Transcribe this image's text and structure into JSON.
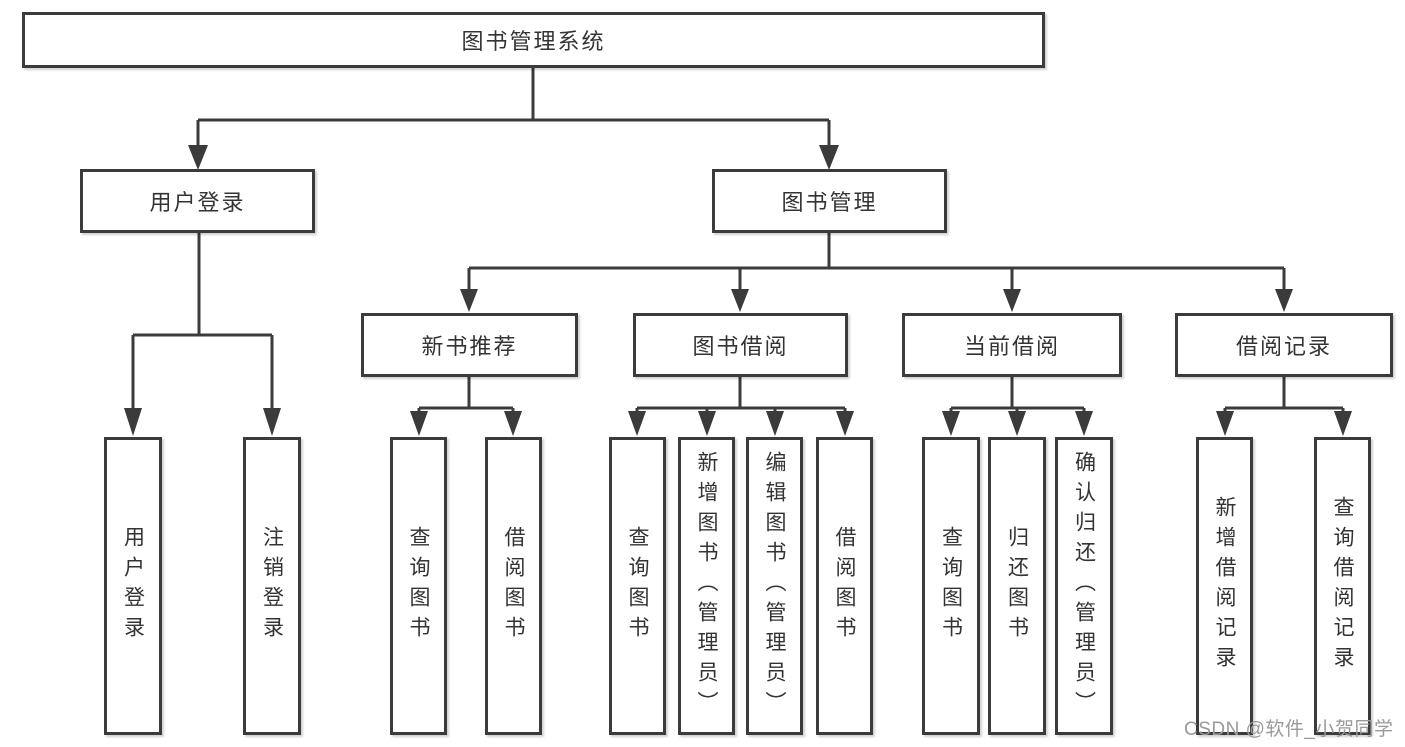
{
  "diagram_type": "function-structure-tree",
  "colors": {
    "background": "#ffffff",
    "box_fill": "#ffffff",
    "box_border": "#3b3b3b",
    "line": "#3b3b3b",
    "text": "#333333",
    "watermark": "#9a9a9a"
  },
  "watermark": "CSDN @软件_小贺同学",
  "tree": {
    "root": {
      "label": "图书管理系统"
    },
    "branches": [
      {
        "label": "用户登录",
        "children": [
          {
            "label": "用户登录"
          },
          {
            "label": "注销登录"
          }
        ]
      },
      {
        "label": "图书管理",
        "children": [
          {
            "label": "新书推荐",
            "children": [
              {
                "label": "查询图书"
              },
              {
                "label": "借阅图书"
              }
            ]
          },
          {
            "label": "图书借阅",
            "children": [
              {
                "label": "查询图书"
              },
              {
                "label": "新增图书（管理员）"
              },
              {
                "label": "编辑图书（管理员）"
              },
              {
                "label": "借阅图书"
              }
            ]
          },
          {
            "label": "当前借阅",
            "children": [
              {
                "label": "查询图书"
              },
              {
                "label": "归还图书"
              },
              {
                "label": "确认归还（管理员）"
              }
            ]
          },
          {
            "label": "借阅记录",
            "children": [
              {
                "label": "新增借阅记录"
              },
              {
                "label": "查询借阅记录"
              }
            ]
          }
        ]
      }
    ]
  }
}
